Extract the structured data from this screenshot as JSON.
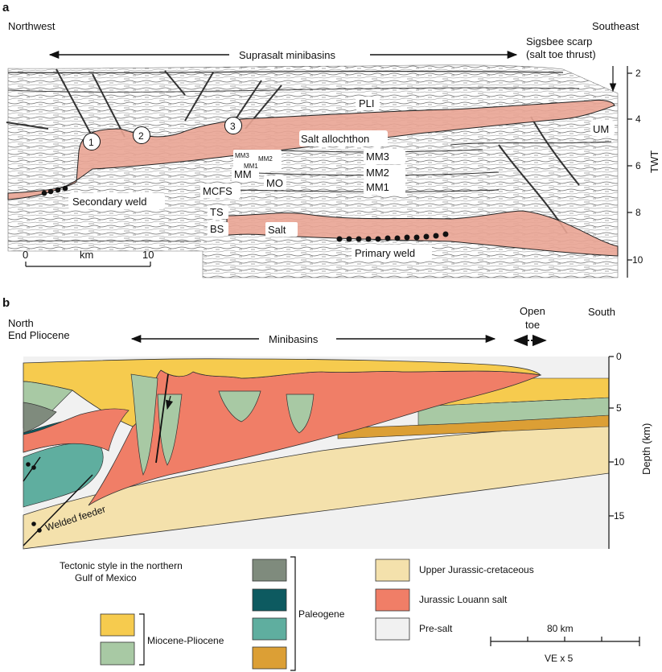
{
  "panel_a": {
    "panel_letter": "a",
    "northwest": "Northwest",
    "southeast": "Southeast",
    "suprasalt": "Suprasalt minibasins",
    "sigsbee_1": "Sigsbee scarp",
    "sigsbee_2": "(salt toe thrust)",
    "pli": "PLI",
    "salt_allochthon": "Salt allochthon",
    "um": "UM",
    "mm3_small": "MM3",
    "mm2_small": "MM2",
    "mm1_small": "MM1",
    "mm": "MM",
    "mo": "MO",
    "mcfs": "MCFS",
    "ts": "TS",
    "bs": "BS",
    "salt": "Salt",
    "mm3": "MM3",
    "mm2": "MM2",
    "mm1": "MM1",
    "secondary_weld": "Secondary weld",
    "primary_weld": "Primary weld",
    "circle_1": "1",
    "circle_2": "2",
    "circle_3": "3",
    "scale_0": "0",
    "scale_km": "km",
    "scale_10": "10",
    "twt_label": "TWT",
    "twt_ticks": [
      "2",
      "4",
      "6",
      "8",
      "10"
    ]
  },
  "panel_b": {
    "panel_letter": "b",
    "north": "North",
    "end_pliocene": "End Pliocene",
    "minibasins": "Minibasins",
    "open": "Open",
    "toe": "toe",
    "south": "South",
    "welded_feeder": "Welded feeder",
    "depth_label": "Depth (km)",
    "depth_ticks": [
      "0",
      "5",
      "10",
      "15"
    ]
  },
  "legend": {
    "title_1": "Tectonic style in the northern",
    "title_2": "Gulf of Mexico",
    "miocene_pliocene": "Miocene-Pliocene",
    "paleogene": "Paleogene",
    "upper_jurassic": "Upper Jurassic-cretaceous",
    "louann": "Jurassic Louann salt",
    "pre_salt": "Pre-salt",
    "scale_label": "80 km",
    "ve": "VE x 5"
  },
  "colors": {
    "miocene_yellow": "#f6cb4e",
    "miocene_green": "#a8c9a4",
    "paleogene_gray": "#7f8b7d",
    "paleogene_teal_dark": "#0d5a60",
    "paleogene_teal": "#5fae9f",
    "paleogene_orange": "#dc9f35",
    "upper_jurassic": "#f4e1ac",
    "louann_salt": "#f07e67",
    "pre_salt": "#f1f1f1",
    "seismic_salt": "#e9a493"
  }
}
